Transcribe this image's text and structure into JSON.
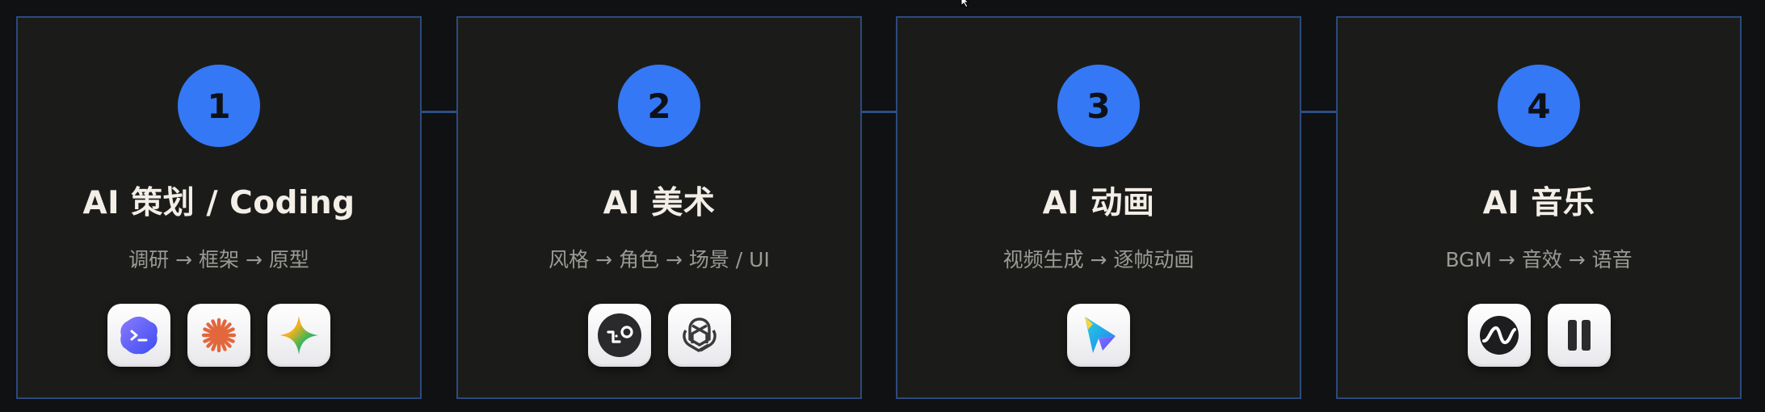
{
  "colors": {
    "background": "#0f1113",
    "card": "#1b1c1a",
    "card_border": "#2c4a7c",
    "step_circle": "#3478f6",
    "title": "#f3eee6",
    "subtitle": "#9a9a95"
  },
  "steps": [
    {
      "number": "1",
      "title": "AI 策划 / Coding",
      "subtitle": "调研 → 框架 → 原型",
      "icons": [
        "terminal-cloud-app-icon",
        "orange-asterisk-app-icon",
        "four-point-star-app-icon"
      ]
    },
    {
      "number": "2",
      "title": "AI 美术",
      "subtitle": "风格 → 角色 → 场景 / UI",
      "icons": [
        "dark-circle-logo-app-icon",
        "knot-logo-app-icon"
      ]
    },
    {
      "number": "3",
      "title": "AI 动画",
      "subtitle": "视频生成 → 逐帧动画",
      "icons": [
        "blue-paper-plane-app-icon"
      ]
    },
    {
      "number": "4",
      "title": "AI 音乐",
      "subtitle": "BGM → 音效 → 语音",
      "icons": [
        "wave-logo-app-icon",
        "pause-bars-app-icon"
      ]
    }
  ]
}
